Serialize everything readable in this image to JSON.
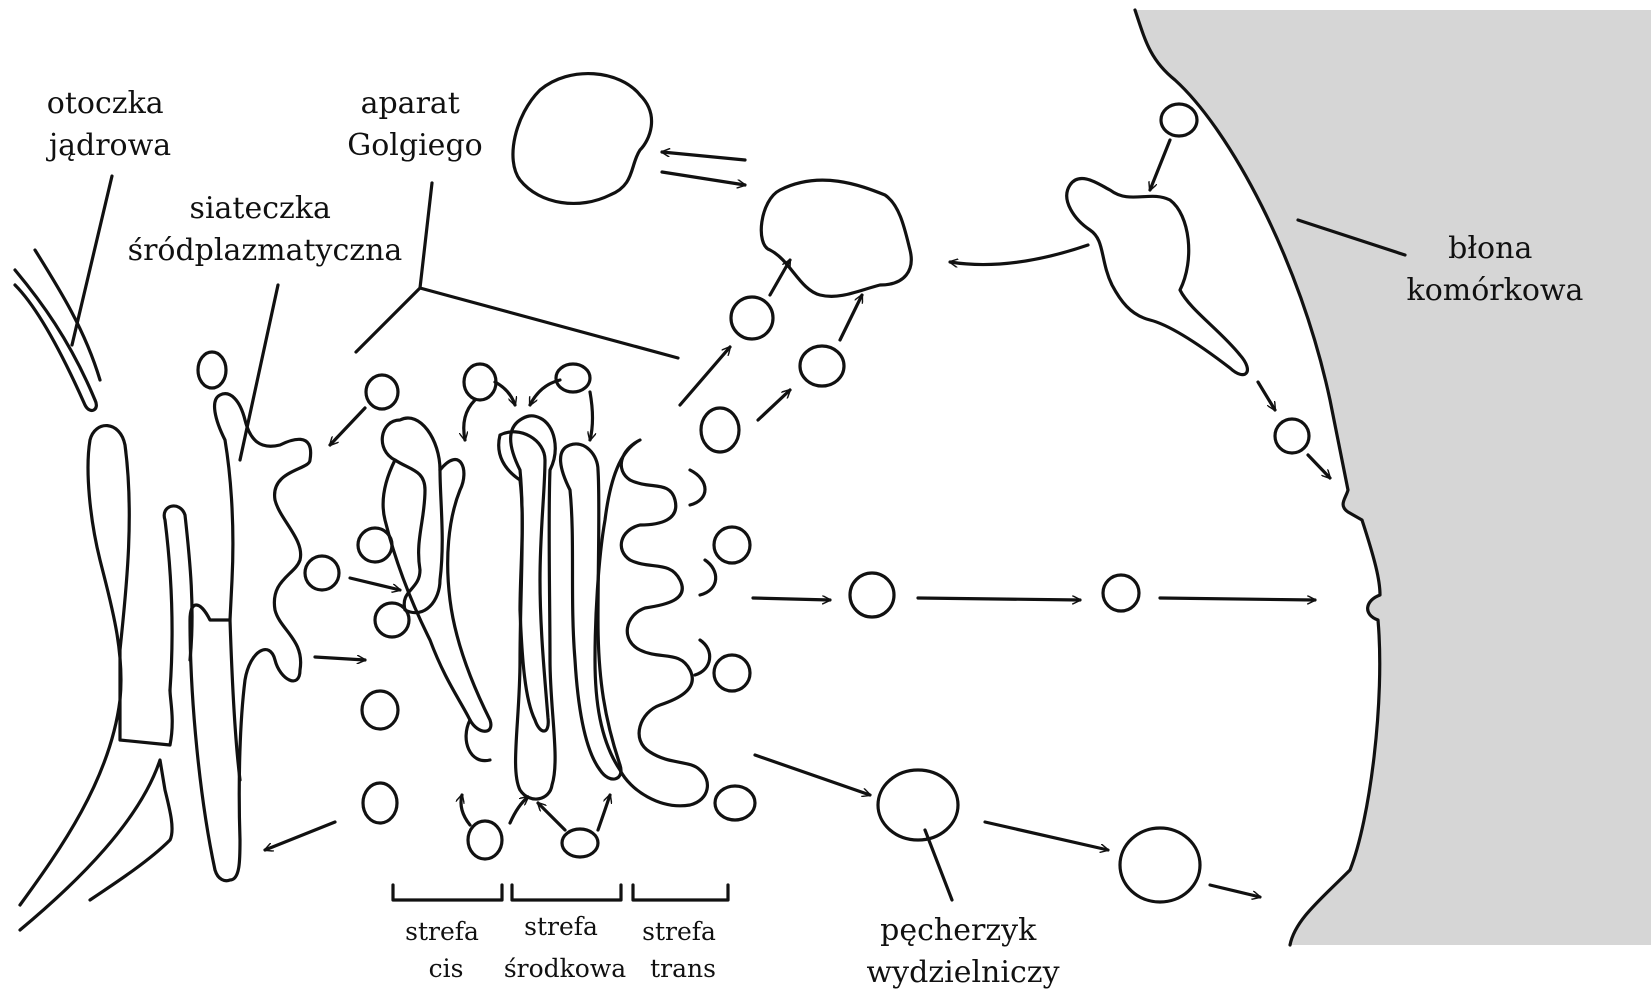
{
  "labels": {
    "nuclear_envelope": [
      "otoczka",
      "jądrowa"
    ],
    "golgi": [
      "aparat",
      "Golgiego"
    ],
    "er": [
      "siateczka",
      "śródplazmatyczna"
    ],
    "membrane": [
      "błona",
      "komórkowa"
    ],
    "vesicle": [
      "pęcherzyk",
      "wydzielniczy"
    ]
  },
  "zones": {
    "cis": [
      "strefa",
      "cis"
    ],
    "middle": [
      "strefa",
      "środkowa"
    ],
    "trans": [
      "strefa",
      "trans"
    ]
  },
  "colors": {
    "outside": "#d6d6d6",
    "stroke": "#111111"
  }
}
